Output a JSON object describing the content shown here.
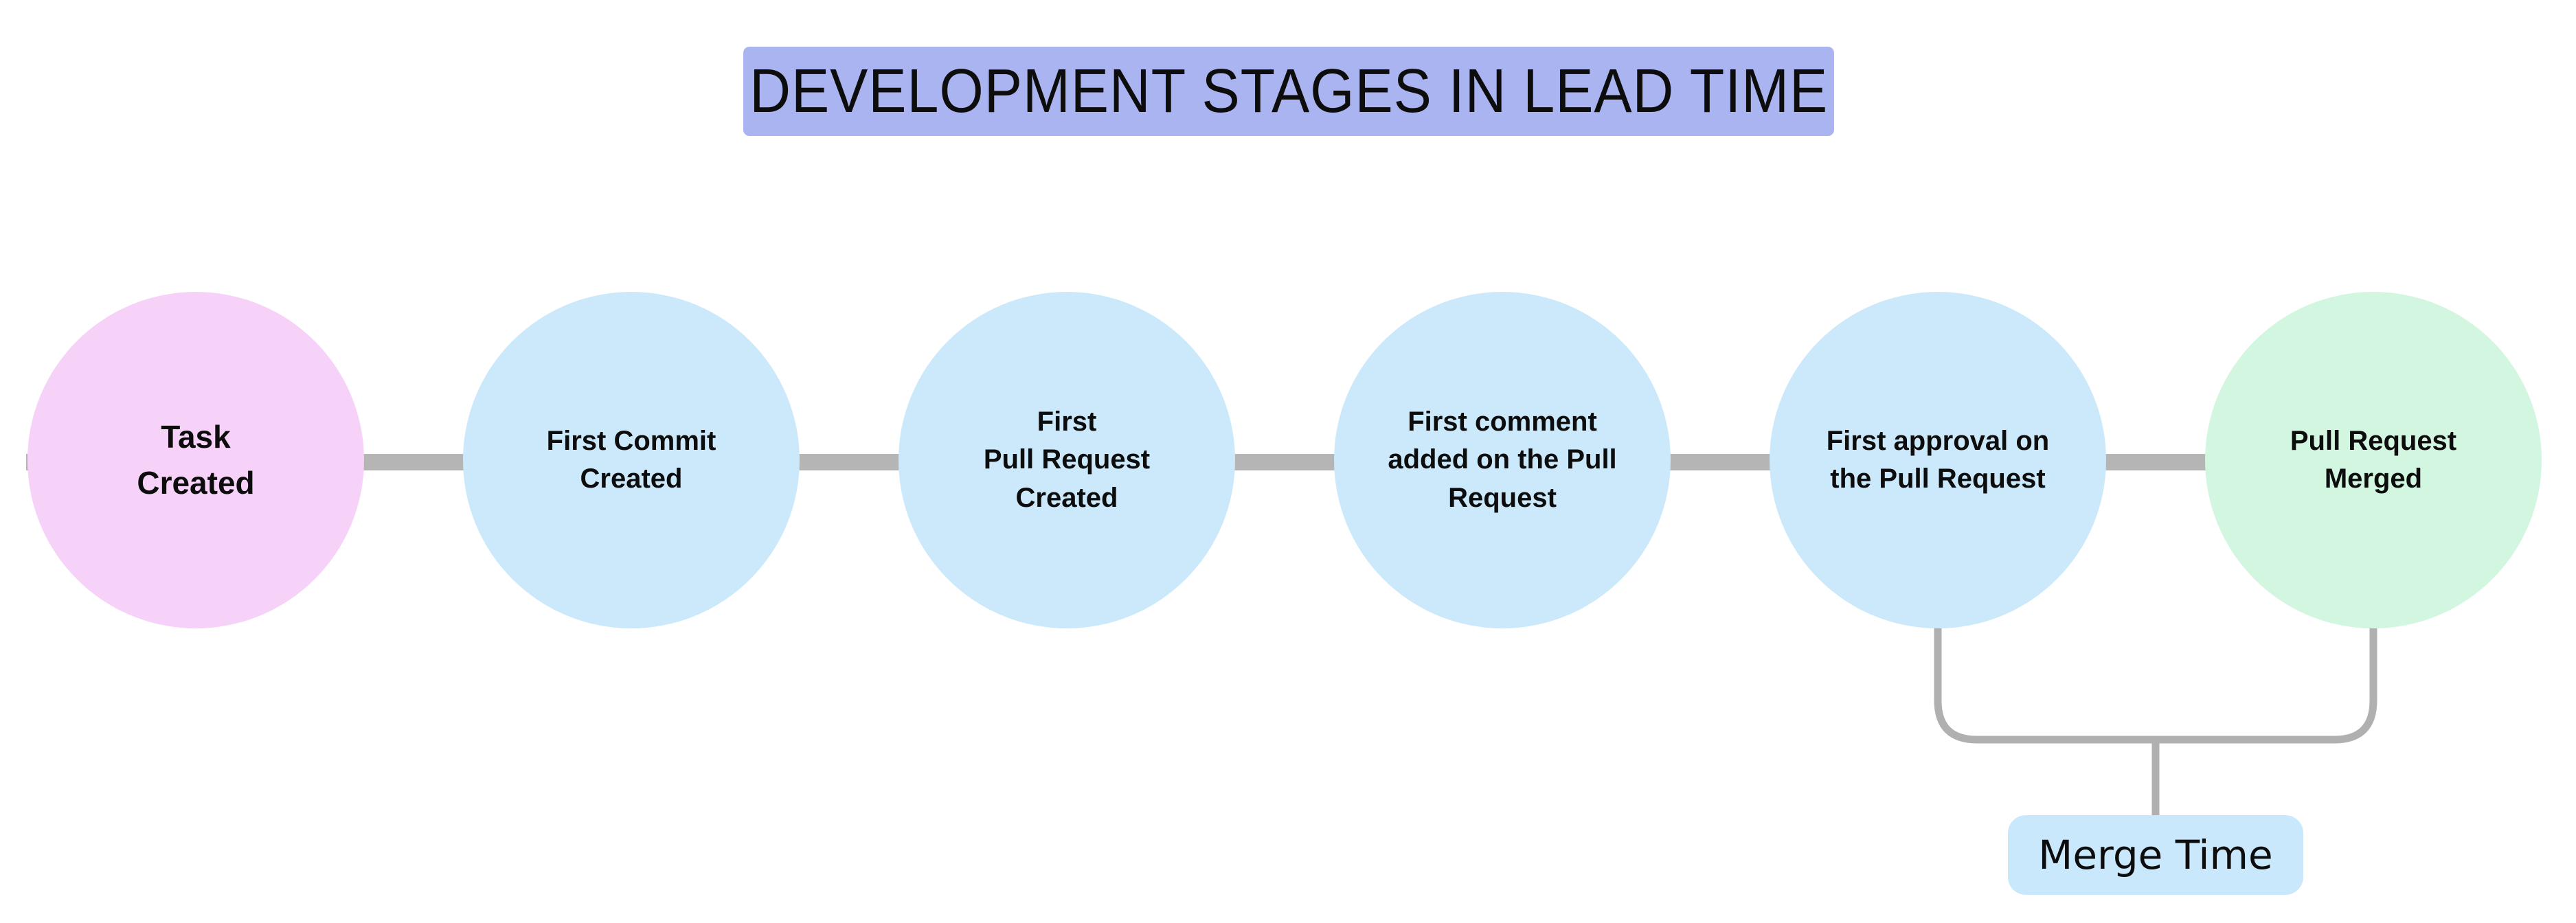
{
  "palette": {
    "background": "#ffffff",
    "text": "#0d0d0d"
  },
  "title": {
    "label": "DEVELOPMENT STAGES IN LEAD TIME",
    "bg_color": "#aab4f0"
  },
  "stages": [
    {
      "label": "Task\nCreated",
      "color": "#f6d2f8"
    },
    {
      "label": "First Commit\nCreated",
      "color": "#cbe9fb"
    },
    {
      "label": "First\nPull Request\nCreated",
      "color": "#cbe9fb"
    },
    {
      "label": "First comment\nadded on the Pull\nRequest",
      "color": "#cbe9fb"
    },
    {
      "label": "First approval on\nthe Pull Request",
      "color": "#cbe9fb"
    },
    {
      "label": "Pull Request\nMerged",
      "color": "#d2f6df"
    }
  ],
  "connector": {
    "color": "#b5b5b5"
  },
  "bracket": {
    "color": "#b0b0b0"
  },
  "annotation": {
    "label": "Merge Time",
    "bg_color": "#c9e8fb"
  }
}
